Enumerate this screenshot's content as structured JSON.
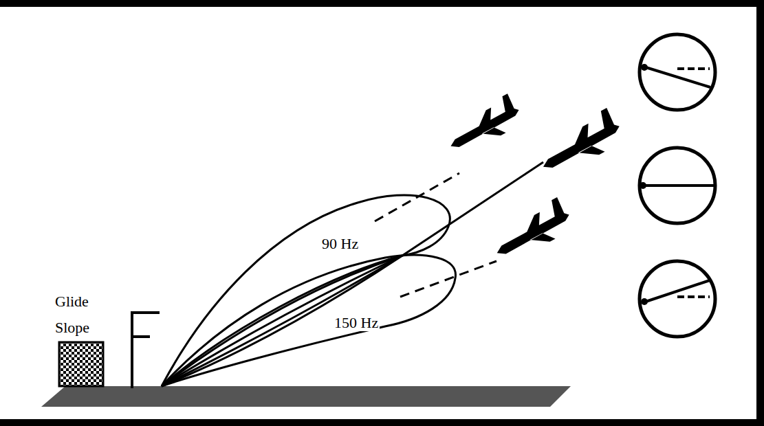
{
  "diagram": {
    "nodes": [
      {
        "text": [
          "90 Hz"
        ]
      },
      {
        "text": [
          "150 Hz"
        ]
      }
    ],
    "labels": [
      "Glide Slope"
    ]
  }
}
